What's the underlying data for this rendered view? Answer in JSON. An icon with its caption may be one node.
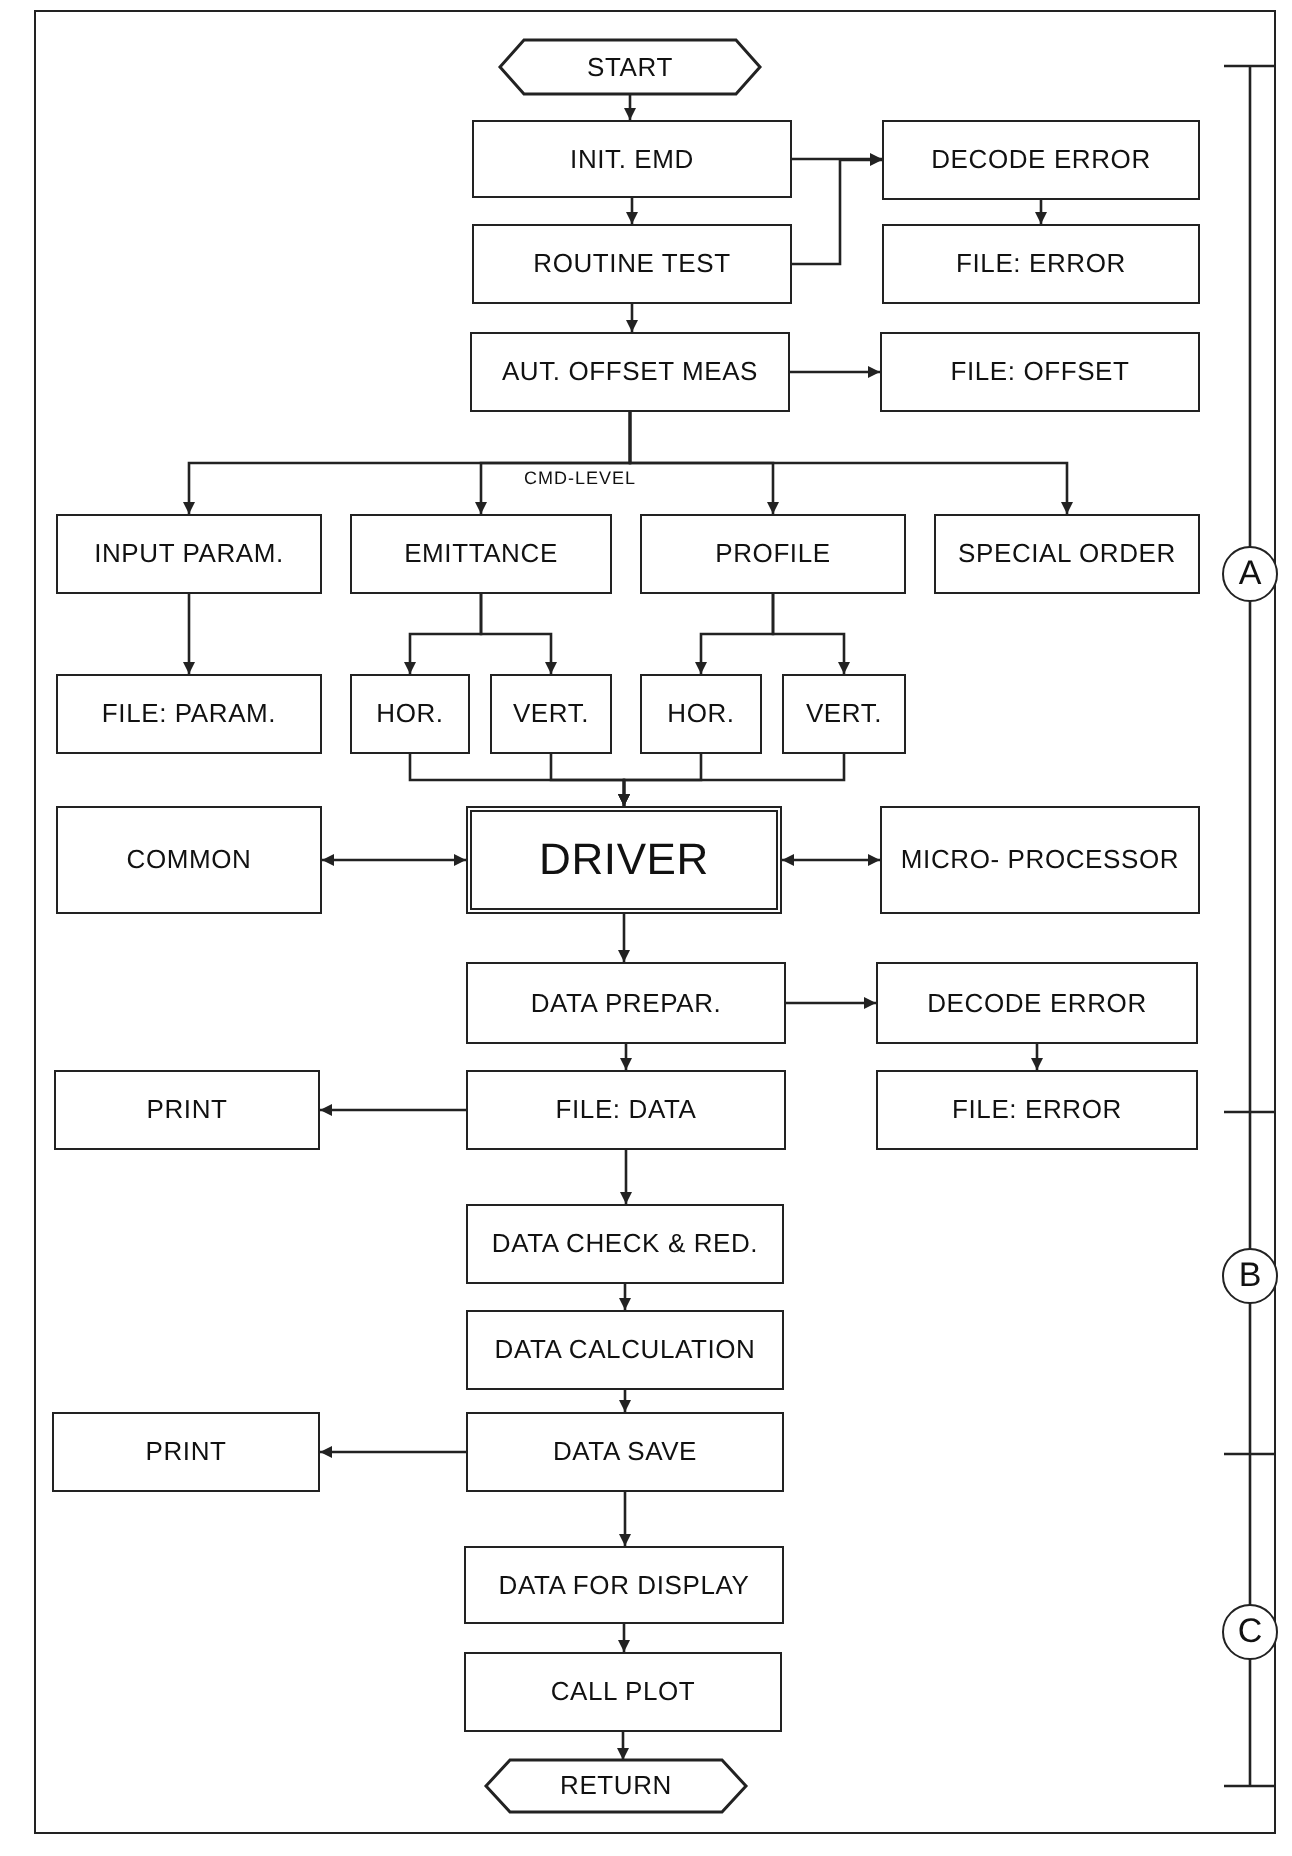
{
  "diagram": {
    "nodes": [
      {
        "text": [
          "START"
        ]
      },
      {
        "text": [
          "INIT. EMD"
        ]
      },
      {
        "text": [
          "DECODE ERROR"
        ]
      },
      {
        "text": [
          "ROUTINE TEST"
        ]
      },
      {
        "text": [
          "FILE: ERROR"
        ]
      },
      {
        "text": [
          "AUT. OFFSET MEAS"
        ]
      },
      {
        "text": [
          "FILE: OFFSET"
        ]
      },
      {
        "text": [
          "INPUT PARAM."
        ]
      },
      {
        "text": [
          "EMITTANCE"
        ]
      },
      {
        "text": [
          "PROFILE"
        ]
      },
      {
        "text": [
          "SPECIAL ORDER"
        ]
      },
      {
        "text": [
          "FILE: PARAM."
        ]
      },
      {
        "text": [
          "HOR."
        ]
      },
      {
        "text": [
          "VERT."
        ]
      },
      {
        "text": [
          "HOR."
        ]
      },
      {
        "text": [
          "VERT."
        ]
      },
      {
        "text": [
          "COMMON"
        ]
      },
      {
        "text": [
          "DRIVER"
        ]
      },
      {
        "text": [
          "MICRO- PROCESSOR"
        ]
      },
      {
        "text": [
          "DATA PREPAR."
        ]
      },
      {
        "text": [
          "DECODE ERROR"
        ]
      },
      {
        "text": [
          "PRINT"
        ]
      },
      {
        "text": [
          "FILE: DATA"
        ]
      },
      {
        "text": [
          "FILE: ERROR"
        ]
      },
      {
        "text": [
          "DATA CHECK & RED."
        ]
      },
      {
        "text": [
          "DATA CALCULATION"
        ]
      },
      {
        "text": [
          "PRINT"
        ]
      },
      {
        "text": [
          "DATA SAVE"
        ]
      },
      {
        "text": [
          "DATA FOR DISPLAY"
        ]
      },
      {
        "text": [
          "CALL PLOT"
        ]
      },
      {
        "text": [
          "RETURN"
        ]
      }
    ],
    "edges": [
      {
        "from": 0,
        "to": 1,
        "arrow": "to"
      },
      {
        "from": 1,
        "to": 3,
        "arrow": "to"
      },
      {
        "from": 3,
        "to": 5,
        "arrow": "to"
      },
      {
        "from": 1,
        "to": 2,
        "arrow": "to"
      },
      {
        "from": 3,
        "to": 2,
        "arrow": "to"
      },
      {
        "from": 2,
        "to": 4,
        "arrow": "to"
      },
      {
        "from": 5,
        "to": 6,
        "arrow": "to"
      },
      {
        "from": 5,
        "to": 7,
        "arrow": "to"
      },
      {
        "from": 5,
        "to": 8,
        "arrow": "to"
      },
      {
        "from": 5,
        "to": 9,
        "arrow": "to"
      },
      {
        "from": 5,
        "to": 10,
        "arrow": "to"
      },
      {
        "from": 7,
        "to": 11,
        "arrow": "to"
      },
      {
        "from": 8,
        "to": 12,
        "arrow": "to"
      },
      {
        "from": 8,
        "to": 13,
        "arrow": "to"
      },
      {
        "from": 9,
        "to": 14,
        "arrow": "to"
      },
      {
        "from": 9,
        "to": 15,
        "arrow": "to"
      },
      {
        "from": 12,
        "to": 17,
        "arrow": "to"
      },
      {
        "from": 13,
        "to": 17,
        "arrow": "to"
      },
      {
        "from": 14,
        "to": 17,
        "arrow": "to"
      },
      {
        "from": 15,
        "to": 17,
        "arrow": "to"
      },
      {
        "from": 16,
        "to": 17,
        "arrow": "both"
      },
      {
        "from": 17,
        "to": 18,
        "arrow": "both"
      },
      {
        "from": 17,
        "to": 19,
        "arrow": "to"
      },
      {
        "from": 19,
        "to": 20,
        "arrow": "to"
      },
      {
        "from": 20,
        "to": 23,
        "arrow": "to"
      },
      {
        "from": 19,
        "to": 22,
        "arrow": "to"
      },
      {
        "from": 22,
        "to": 21,
        "arrow": "to"
      },
      {
        "from": 22,
        "to": 24,
        "arrow": "to"
      },
      {
        "from": 24,
        "to": 25,
        "arrow": "to"
      },
      {
        "from": 25,
        "to": 27,
        "arrow": "to"
      },
      {
        "from": 27,
        "to": 26,
        "arrow": "to"
      },
      {
        "from": 27,
        "to": 28,
        "arrow": "to"
      },
      {
        "from": 28,
        "to": 29,
        "arrow": "to"
      },
      {
        "from": 29,
        "to": 30,
        "arrow": "to"
      }
    ],
    "labels": [
      "CMD-LEVEL",
      "A",
      "B",
      "C"
    ]
  }
}
